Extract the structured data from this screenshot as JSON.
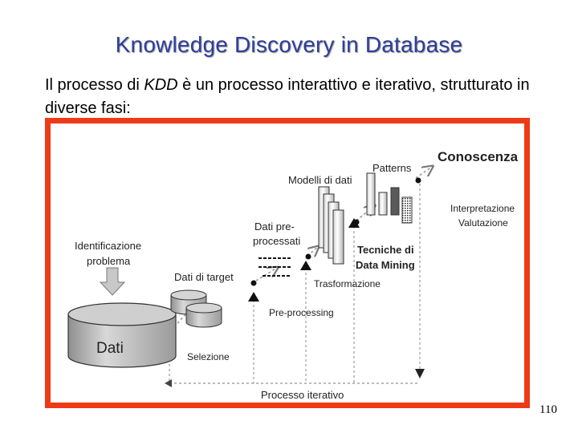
{
  "slide": {
    "title": "Knowledge Discovery in Database",
    "intro_before": "Il processo di ",
    "intro_em": "KDD",
    "intro_after": " è un processo interattivo e iterativo, strutturato in diverse fasi:",
    "page_number": "110"
  },
  "diagram": {
    "conoscenza": "Conoscenza",
    "patterns": "Patterns",
    "modelli": "Modelli di dati",
    "dati_pre_1": "Dati pre-",
    "dati_pre_2": "processati",
    "identificazione_1": "Identificazione",
    "identificazione_2": "problema",
    "dati_target": "Dati di target",
    "dati": "Dati",
    "interpretazione": "Interpretazione",
    "valutazione": "Valutazione",
    "tecniche_1": "Tecniche di",
    "tecniche_2": "Data Mining",
    "trasformazione": "Trasformazione",
    "preprocessing": "Pre-processing",
    "selezione": "Selezione",
    "processo": "Processo iterativo"
  }
}
